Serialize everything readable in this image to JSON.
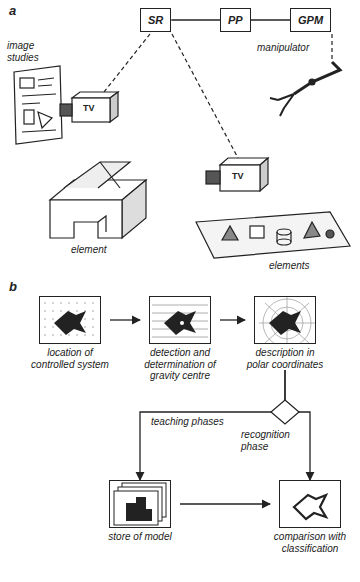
{
  "diagram": {
    "nodes": [
      {
        "text": [
          "SR"
        ]
      },
      {
        "text": [
          "PP"
        ]
      },
      {
        "text": [
          "GPM"
        ]
      },
      {
        "text": [
          "location of controlled system"
        ]
      },
      {
        "text": [
          "detection and determination of gravity centre"
        ]
      },
      {
        "text": [
          "description in polar coordinates"
        ]
      },
      {
        "text": [
          "store of model"
        ]
      },
      {
        "text": [
          "comparison with classification"
        ]
      }
    ],
    "edges": [
      {
        "from": 0,
        "to": 1,
        "arrow": "none"
      },
      {
        "from": 1,
        "to": 2,
        "arrow": "none"
      },
      {
        "from": 3,
        "to": 4,
        "arrow": "to"
      },
      {
        "from": 4,
        "to": 5,
        "arrow": "to"
      },
      {
        "from": 5,
        "to": 6,
        "arrow": "to"
      },
      {
        "from": 5,
        "to": 7,
        "arrow": "to"
      },
      {
        "from": 6,
        "to": 7,
        "arrow": "to"
      }
    ],
    "labels": [
      "a",
      "image studies",
      "TV",
      "manipulator",
      "TV",
      "elements",
      "element",
      "b",
      "teaching phases",
      "recognition phase"
    ]
  }
}
